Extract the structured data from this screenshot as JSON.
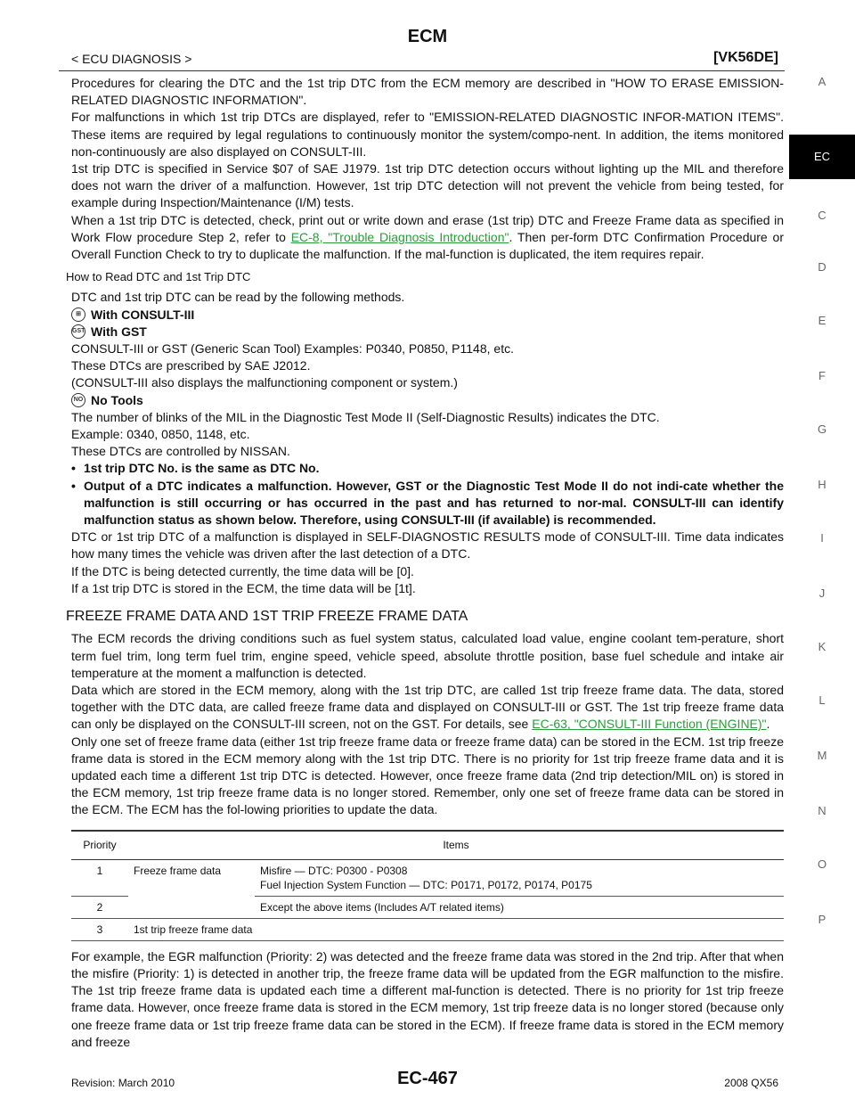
{
  "header": {
    "title": "ECM",
    "breadcrumb": "< ECU DIAGNOSIS >",
    "model": "[VK56DE]"
  },
  "sidebar": {
    "active": "EC",
    "letters": [
      "A",
      "C",
      "D",
      "E",
      "F",
      "G",
      "H",
      "I",
      "J",
      "K",
      "L",
      "M",
      "N",
      "O",
      "P"
    ]
  },
  "body": {
    "p1": "Procedures for clearing the DTC and the 1st trip DTC from the ECM memory are described in \"HOW TO ERASE EMISSION-RELATED DIAGNOSTIC INFORMATION\".",
    "p2": "For malfunctions in which 1st trip DTCs are displayed, refer to \"EMISSION-RELATED DIAGNOSTIC INFOR-MATION ITEMS\". These items are required by legal regulations to continuously monitor the system/compo-nent. In addition, the items monitored non-continuously are also displayed on CONSULT-III.",
    "p3": "1st trip DTC is specified in Service $07 of SAE J1979. 1st trip DTC detection occurs without lighting up the MIL and therefore does not warn the driver of a malfunction. However, 1st trip DTC detection will not prevent the vehicle from being tested, for example during Inspection/Maintenance (I/M) tests.",
    "p4_a": "When a 1st trip DTC is detected, check, print out or write down and erase (1st trip) DTC and Freeze Frame data as specified in Work Flow procedure Step 2, refer to ",
    "p4_link": "EC-8, \"Trouble Diagnosis Introduction\"",
    "p4_b": ". Then per-form DTC Confirmation Procedure or Overall Function Check to try to duplicate the malfunction. If the mal-function is duplicated, the item requires repair.",
    "sub_heading": "How to Read DTC and 1st Trip DTC",
    "p5": "DTC and 1st trip DTC can be read by the following methods.",
    "tool1": "With CONSULT-III",
    "tool2": "With GST",
    "p6": "CONSULT-III or GST (Generic Scan Tool) Examples: P0340, P0850, P1148, etc.",
    "p7": "These DTCs are prescribed by SAE J2012.",
    "p8": "(CONSULT-III also displays the malfunctioning component or system.)",
    "tool3": "No Tools",
    "p9": "The number of blinks of the MIL in the Diagnostic Test Mode II (Self-Diagnostic Results) indicates the DTC.",
    "p10": "Example: 0340, 0850, 1148, etc.",
    "p11": "These DTCs are controlled by NISSAN.",
    "bullet1": "1st trip DTC No. is the same as DTC No.",
    "bullet2": "Output of a DTC indicates a malfunction. However, GST or the Diagnostic Test Mode II do not indi-cate whether the malfunction is still occurring or has occurred in the past and has returned to nor-mal. CONSULT-III can identify malfunction status as shown below. Therefore, using CONSULT-III (if available) is recommended.",
    "p12": "DTC or 1st trip DTC of a malfunction is displayed in SELF-DIAGNOSTIC RESULTS mode of CONSULT-III. Time data indicates how many times the vehicle was driven after the last detection of a DTC.",
    "p13": "If the DTC is being detected currently, the time data will be [0].",
    "p14": "If a 1st trip DTC is stored in the ECM, the time data will be [1t].",
    "section_heading": "FREEZE FRAME DATA AND 1ST TRIP FREEZE FRAME DATA",
    "p15": "The ECM records the driving conditions such as fuel system status, calculated load value, engine coolant tem-perature, short term fuel trim, long term fuel trim, engine speed, vehicle speed, absolute throttle position, base fuel schedule and intake air temperature at the moment a malfunction is detected.",
    "p16_a": "Data which are stored in the ECM memory, along with the 1st trip DTC, are called 1st trip freeze frame data. The data, stored together with the DTC data, are called freeze frame data and displayed on CONSULT-III or GST. The 1st trip freeze frame data can only be displayed on the CONSULT-III screen, not on the GST. For details, see ",
    "p16_link": "EC-63, \"CONSULT-III Function (ENGINE)\"",
    "p16_b": ".",
    "p17": "Only one set of freeze frame data (either 1st trip freeze frame data or freeze frame data) can be stored in the ECM. 1st trip freeze frame data is stored in the ECM memory along with the 1st trip DTC. There is no priority for 1st trip freeze frame data and it is updated each time a different 1st trip DTC is detected. However, once freeze frame data (2nd trip detection/MIL on) is stored in the ECM memory, 1st trip freeze frame data is no longer stored. Remember, only one set of freeze frame data can be stored in the ECM. The ECM has the fol-lowing priorities to update the data.",
    "p18": "For example, the EGR malfunction (Priority: 2) was detected and the freeze frame data was stored in the 2nd trip. After that when the misfire (Priority: 1) is detected in another trip, the freeze frame data will be updated from the EGR malfunction to the misfire. The 1st trip freeze frame data is updated each time a different mal-function is detected. There is no priority for 1st trip freeze frame data. However, once freeze frame data is stored in the ECM memory, 1st trip freeze data is no longer stored (because only one freeze frame data or 1st trip freeze frame data can be stored in the ECM). If freeze frame data is stored in the ECM memory and freeze"
  },
  "table": {
    "col_priority": "Priority",
    "col_items": "Items",
    "r1_priority": "1",
    "r1_group": "Freeze frame data",
    "r1_line1": "Misfire — DTC: P0300 - P0308",
    "r1_line2": "Fuel Injection System Function — DTC: P0171, P0172, P0174, P0175",
    "r2_priority": "2",
    "r2_item": "Except the above items (Includes A/T related items)",
    "r3_priority": "3",
    "r3_item": "1st trip freeze frame data"
  },
  "footer": {
    "revision": "Revision: March 2010",
    "page": "EC-467",
    "vehicle": "2008 QX56"
  }
}
